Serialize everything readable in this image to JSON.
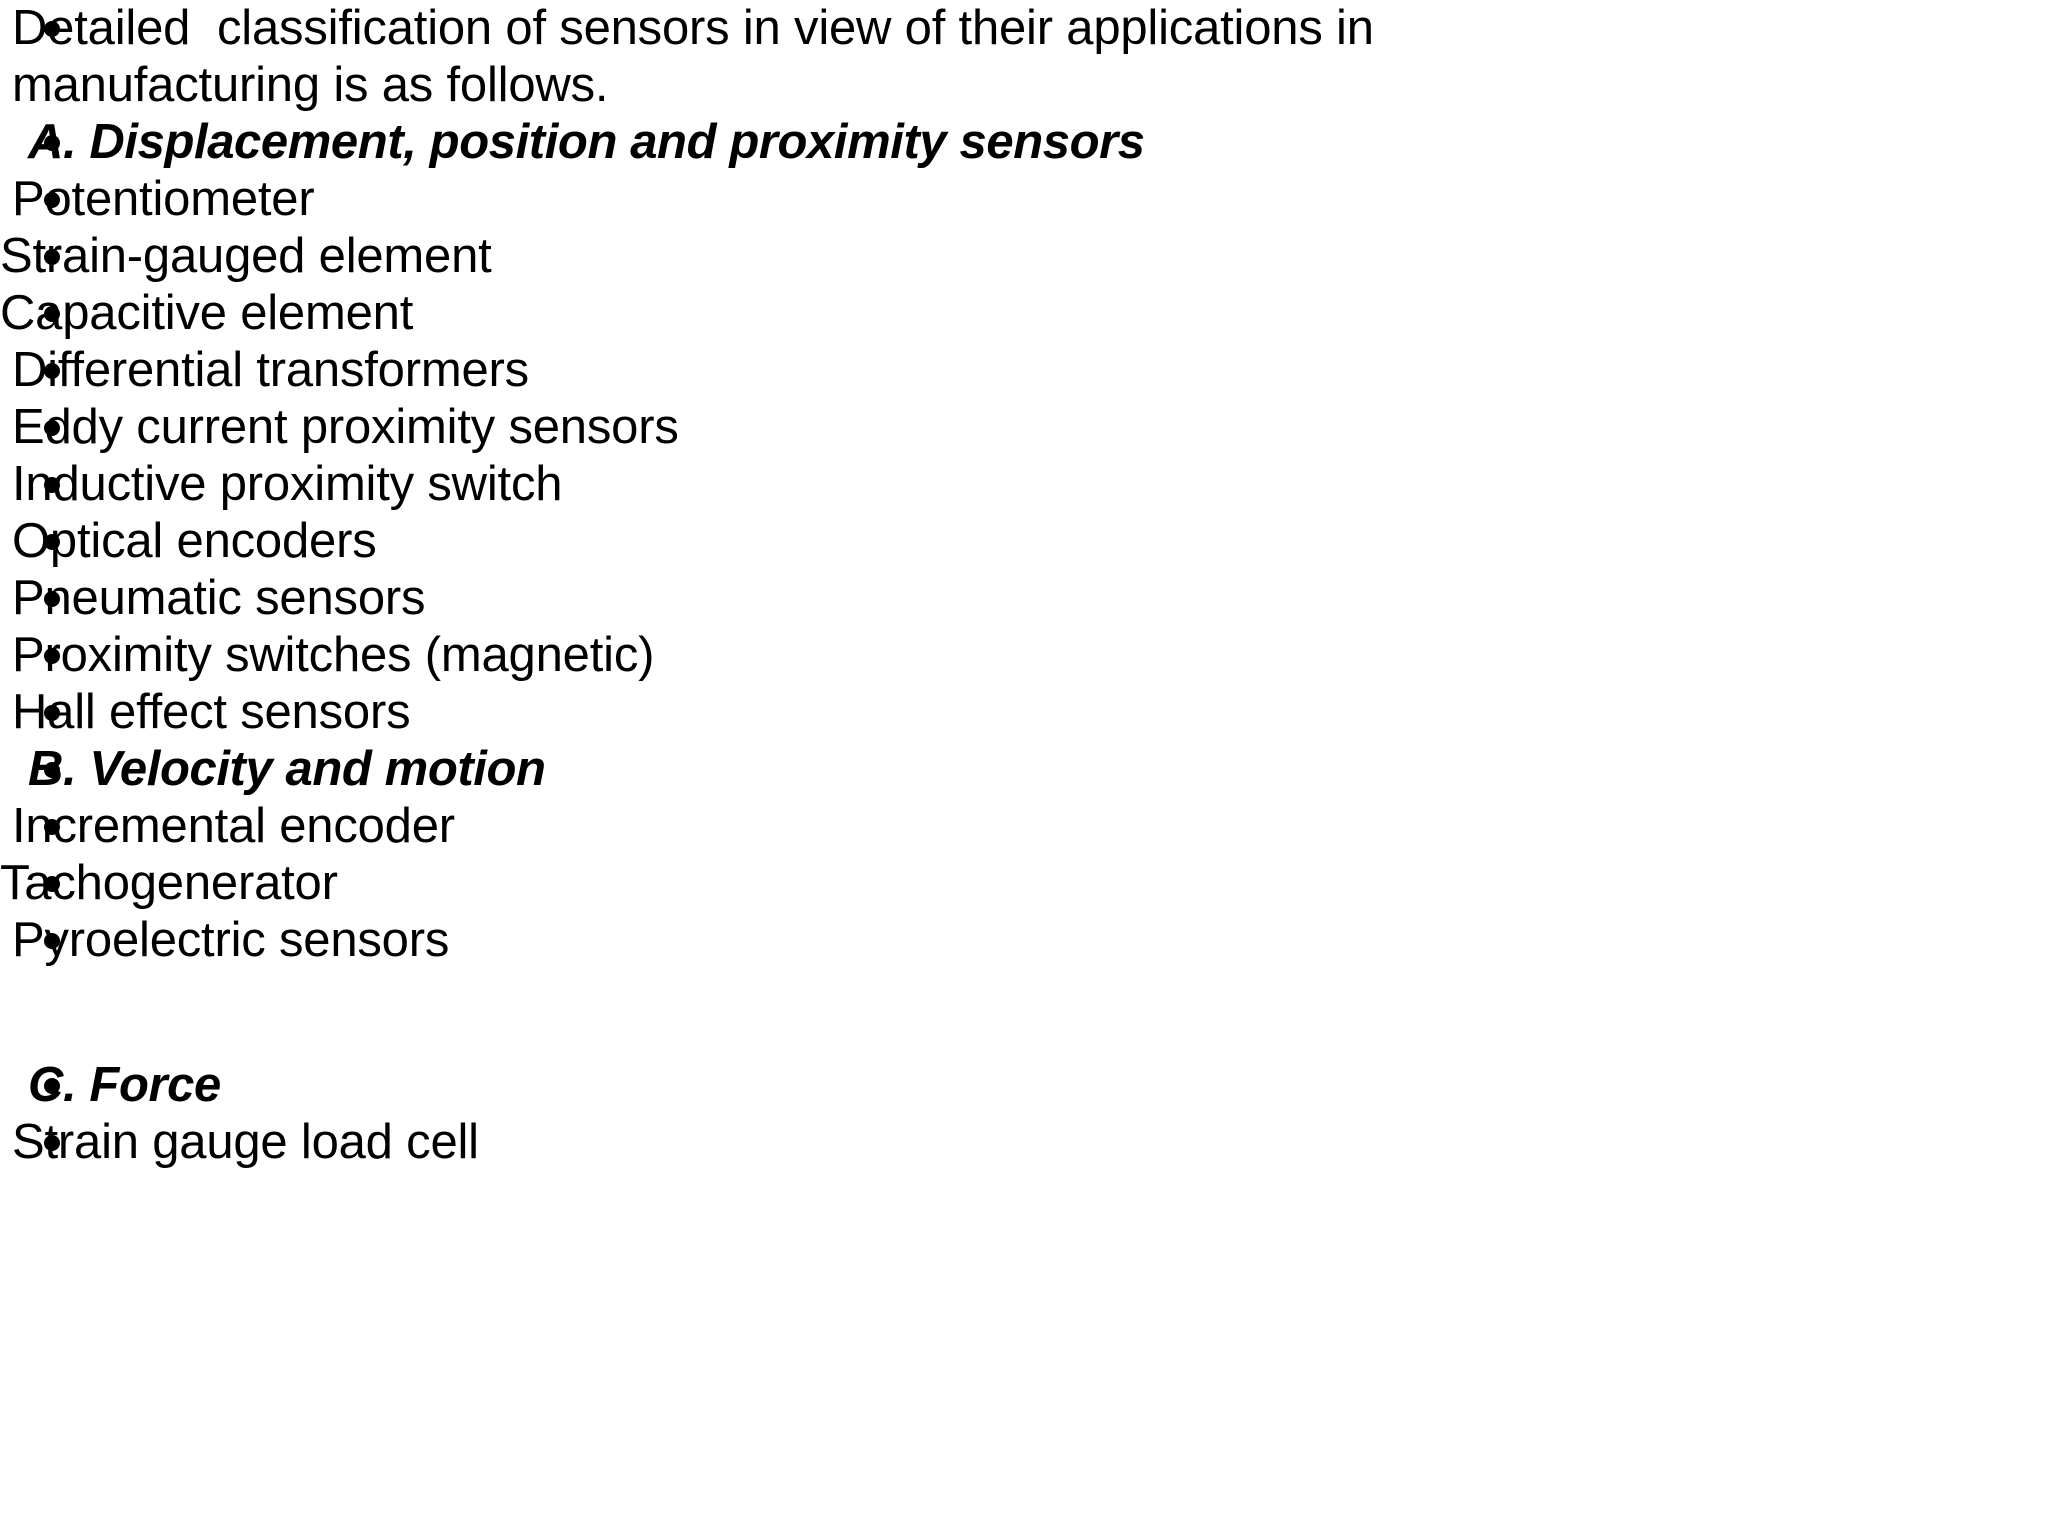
{
  "slide": {
    "background_color": "#ffffff",
    "text_color": "#000000",
    "bullet_glyph": "•",
    "items": [
      {
        "text": "Detailed  classification of sensors in view of their applications in manufacturing is as follows.",
        "style": "normal",
        "indent": 1,
        "wraps": true
      },
      {
        "text": "A. Displacement, position and proximity sensors",
        "style": "heading",
        "indent": 2,
        "wraps": false
      },
      {
        "text": "Potentiometer",
        "style": "normal",
        "indent": 1,
        "wraps": false
      },
      {
        "text": "Strain-gauged element",
        "style": "normal",
        "indent": 0,
        "wraps": false
      },
      {
        "text": "Capacitive element",
        "style": "normal",
        "indent": 0,
        "wraps": false
      },
      {
        "text": "Differential transformers",
        "style": "normal",
        "indent": 1,
        "wraps": false
      },
      {
        "text": "Eddy current proximity sensors",
        "style": "normal",
        "indent": 1,
        "wraps": false
      },
      {
        "text": "Inductive proximity switch",
        "style": "normal",
        "indent": 1,
        "wraps": false
      },
      {
        "text": "Optical encoders",
        "style": "normal",
        "indent": 1,
        "wraps": false
      },
      {
        "text": "Pneumatic sensors",
        "style": "normal",
        "indent": 1,
        "wraps": false
      },
      {
        "text": "Proximity switches (magnetic)",
        "style": "normal",
        "indent": 1,
        "wraps": false
      },
      {
        "text": "Hall effect sensors",
        "style": "normal",
        "indent": 1,
        "wraps": false
      },
      {
        "text": "B. Velocity and motion",
        "style": "heading",
        "indent": 2,
        "wraps": false
      },
      {
        "text": "Incremental encoder",
        "style": "normal",
        "indent": 1,
        "wraps": false
      },
      {
        "text": "Tachogenerator",
        "style": "normal",
        "indent": 0,
        "wraps": false
      },
      {
        "text": "Pyroelectric sensors",
        "style": "normal",
        "indent": 1,
        "wraps": false
      },
      {
        "text": "C. Force",
        "style": "heading",
        "indent": 2,
        "wraps": false,
        "spacer_before": true
      },
      {
        "text": "Strain gauge load cell",
        "style": "normal",
        "indent": 1,
        "wraps": false
      }
    ]
  }
}
